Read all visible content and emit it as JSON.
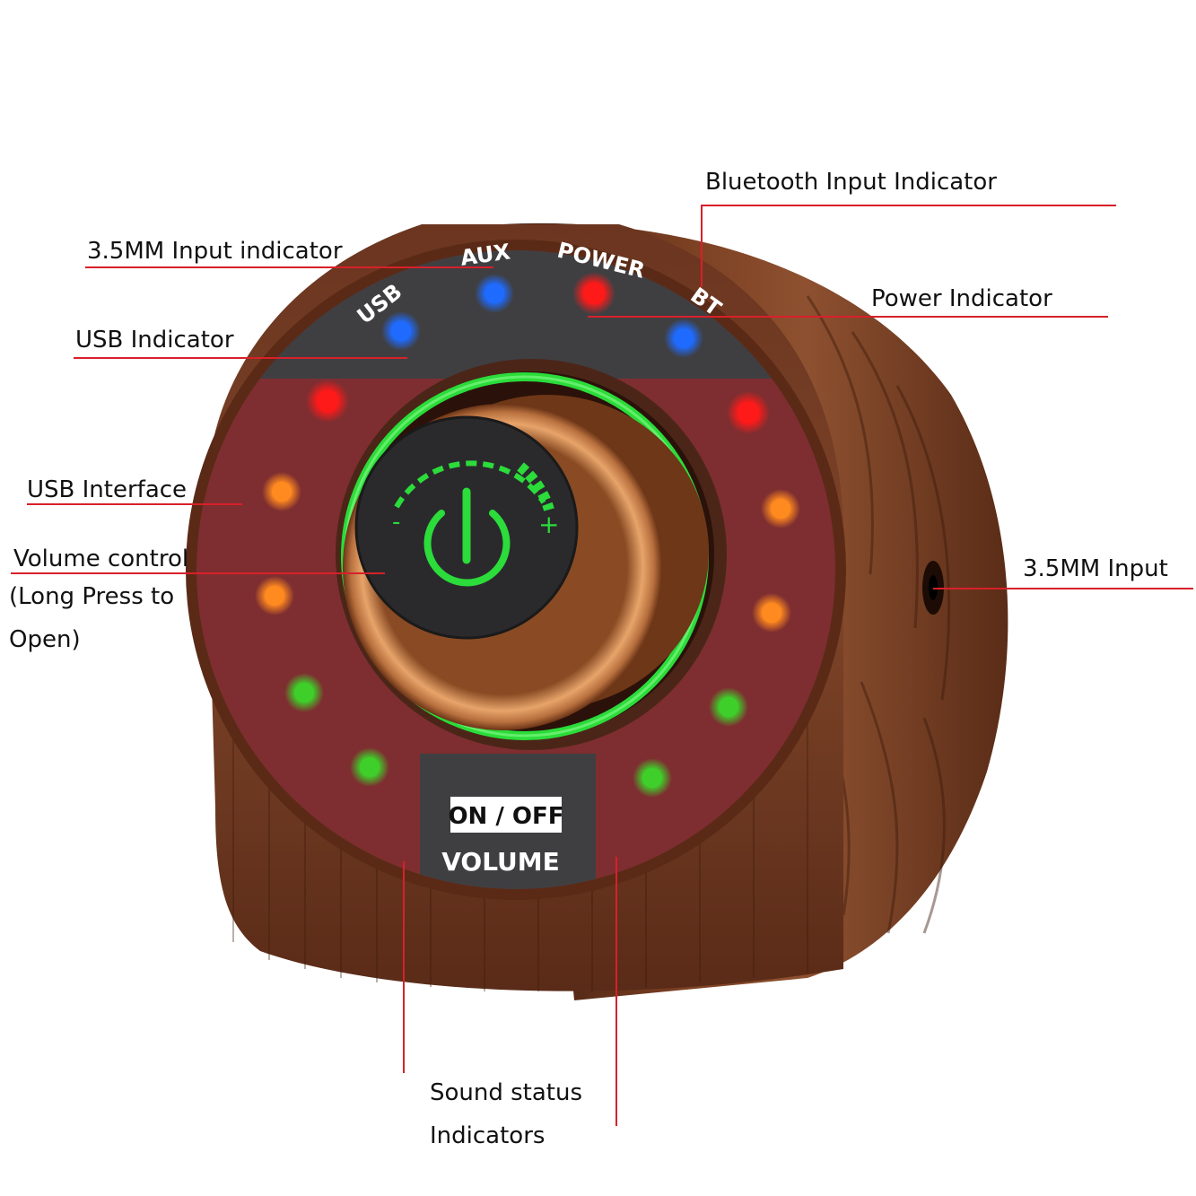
{
  "callouts": {
    "bluetooth_input": "Bluetooth Input Indicator",
    "aux_input": "3.5MM Input indicator",
    "power": "Power Indicator",
    "usb_indicator": "USB Indicator",
    "usb_interface": "USB Interface",
    "volume_control_line1": "Volume control",
    "volume_control_line2": "(Long Press to",
    "volume_control_line3": "Open)",
    "jack_input": "3.5MM Input",
    "sound_status_line1": "Sound status",
    "sound_status_line2": "Indicators"
  },
  "device": {
    "labels": {
      "usb": "USB",
      "aux": "AUX",
      "power": "POWER",
      "bt": "BT",
      "on_off": "ON / OFF",
      "volume": "VOLUME",
      "minus": "-",
      "plus": "+"
    },
    "indicator_colors": {
      "blue": "#1f6bff",
      "red": "#ff1a1a",
      "orange": "#ff8a1f",
      "green": "#3fcf2a",
      "ring": "#2bdc3a"
    },
    "icons": [
      "power-icon"
    ]
  },
  "colors": {
    "leader_line": "#d8202a",
    "wood_dark": "#4a2414",
    "wood_mid": "#7a4126",
    "faceplate_red": "#7e2e30",
    "faceplate_gray": "#3f3f42"
  }
}
